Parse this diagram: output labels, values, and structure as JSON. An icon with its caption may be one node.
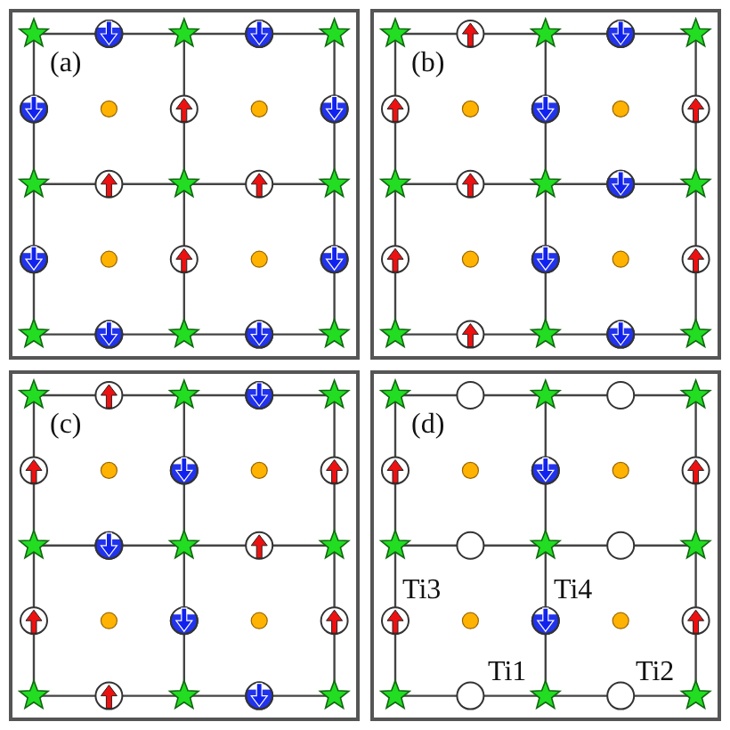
{
  "diagram": {
    "labels": [
      "(a)",
      "(b)",
      "(c)",
      "(d)",
      "Ti3",
      "Ti4",
      "Ti1",
      "Ti2"
    ]
  }
}
